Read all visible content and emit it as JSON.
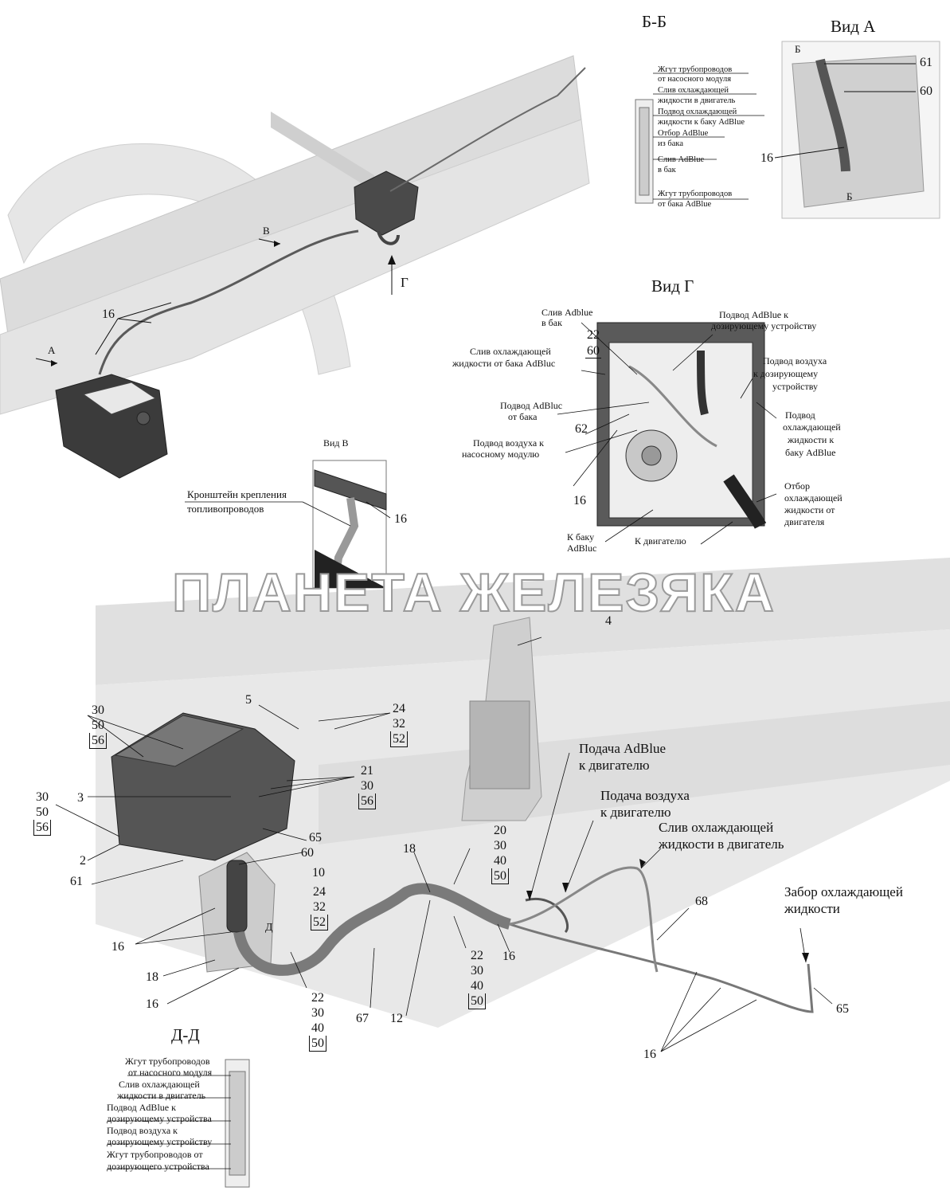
{
  "colors": {
    "chassis": "#d9d9d9",
    "chassis_dark": "#bdbdbd",
    "part_dark": "#3a3a3a",
    "tube": "#6a6a6a",
    "watermark_outline": "#9a9a9a"
  },
  "top_view": {
    "labels": {
      "v_arrow": "В",
      "a_arrow": "А",
      "g_arrow": "Г",
      "pos16": "16"
    }
  },
  "section_bb": {
    "title": "Б-Б",
    "items": [
      "Жгут трубопроводов",
      "от насосного модуля",
      "Слив охлаждающей",
      "жидкости в двигатель",
      "Подвод охлаждающей",
      "жидкости к баку AdBlue",
      "Отбор AdBlue",
      "из бака",
      "Слив AdBlue",
      "в бак",
      "Жгут трубопроводов",
      "от бака AdBlue"
    ]
  },
  "view_a": {
    "title": "Вид А",
    "b_top": "Б",
    "b_bottom": "Б",
    "pos61": "61",
    "pos60": "60",
    "pos16": "16"
  },
  "view_g": {
    "title": "Вид Г",
    "labels": {
      "sliv_adblue": "Слив Adblue",
      "v_bak": "в бак",
      "pos22": "22",
      "pos60": "60",
      "sliv_ohl_1": "Слив охлаждающей",
      "sliv_ohl_2": "жидкости от бака AdBluc",
      "podvod_adblue_1": "Подвод AdBluc",
      "podvod_adblue_2": "от бака",
      "pos62": "62",
      "podvod_vozd_1": "Подвод воздуха к",
      "podvod_vozd_2": "насосному модулю",
      "pos16": "16",
      "k_baku_1": "К баку",
      "k_baku_2": "AdBluc",
      "k_dvig": "К двигателю",
      "podvod_doz_1": "Подвод AdBlue к",
      "podvod_doz_2": "дозирующему устройству",
      "podvod_vozd_doz_1": "Подвод воздуха",
      "podvod_vozd_doz_2": "к дозирующему",
      "podvod_vozd_doz_3": "устройству",
      "podvod_ohl_1": "Подвод",
      "podvod_ohl_2": "охлаждающей",
      "podvod_ohl_3": "жидкости к",
      "podvod_ohl_4": "баку AdBlue",
      "otbor_1": "Отбор",
      "otbor_2": "охлаждающей",
      "otbor_3": "жидкости от",
      "otbor_4": "двигателя"
    }
  },
  "view_v": {
    "title": "Вид В",
    "bracket_1": "Кронштейн крепления",
    "bracket_2": "топливопроводов",
    "pos16": "16"
  },
  "watermark": "ПЛАНЕТА ЖЕЛЕЗЯКА",
  "main_view": {
    "pos4": "4",
    "pos5": "5",
    "stack_30_50_56_top": [
      "30",
      "50",
      "56"
    ],
    "stack_24_32_52_top": [
      "24",
      "32",
      "52"
    ],
    "stack_21_30_56": [
      "21",
      "30",
      "56"
    ],
    "stack_30_50_56_left": [
      "30",
      "50",
      "56"
    ],
    "pos3": "3",
    "pos2": "2",
    "pos61": "61",
    "pos65_a": "65",
    "pos60": "60",
    "pos10": "10",
    "stack_24_32_52_mid": [
      "24",
      "32",
      "52"
    ],
    "pos_d": "Д",
    "pos16_a": "16",
    "pos18_a": "18",
    "pos16_b": "16",
    "stack_22_30_40_50_a": [
      "22",
      "30",
      "40",
      "50"
    ],
    "pos67": "67",
    "pos12": "12",
    "pos18_b": "18",
    "stack_20_30_40_50": [
      "20",
      "30",
      "40",
      "50"
    ],
    "stack_22_30_40_50_b": [
      "22",
      "30",
      "40",
      "50"
    ],
    "pos16_c": "16",
    "podacha_adblue_1": "Подача AdBlue",
    "podacha_adblue_2": "к двигателю",
    "podacha_vozd_1": "Подача воздуха",
    "podacha_vozd_2": "к двигателю",
    "sliv_ohl_1": "Слив охлаждающей",
    "sliv_ohl_2": "жидкости в двигатель",
    "zabor_1": "Забор охлаждающей",
    "zabor_2": "жидкости",
    "pos68": "68",
    "pos65_b": "65",
    "pos16_d": "16"
  },
  "section_dd": {
    "title": "Д-Д",
    "items": [
      "Жгут трубопроводов",
      "от насосного модуля",
      "Слив охлаждающей",
      "жидкости в двигатель",
      "Подвод AdBlue к",
      "дозирующему устройства",
      "Подвод воздуха к",
      "дозирующему устройству",
      "Жгут трубопроводов от",
      "дозирующего устройства"
    ]
  }
}
